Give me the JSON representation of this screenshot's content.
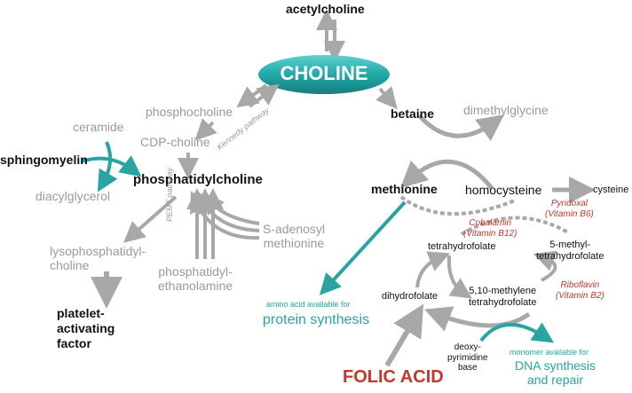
{
  "colors": {
    "gray": "#9a9a9a",
    "teal": "#2aa3a3",
    "red": "#c0392b",
    "pill": "#2bb3b3",
    "black": "#111111"
  },
  "labels": {
    "acetylcholine": "acetylcholine",
    "choline": "CHOLINE",
    "phosphocholine": "phosphocholine",
    "kennedy": "Kennedy pathway",
    "cdp_choline": "CDP-choline",
    "phosphatidylcholine": "phosphatidylcholine",
    "ceramide": "ceramide",
    "sphingomyelin": "sphingomyelin",
    "diacylglycerol": "diacylglycerol",
    "lysophosphatidylcholine": "lysophosphatidyl-\ncholine",
    "paf": "platelet-\nactivating\nfactor",
    "pemt": "PEMT pathway",
    "phosphatidylethanolamine": "phosphatidyl-\nethanolamine",
    "s_adenosyl": "S-adenosyl\nmethionine",
    "betaine": "betaine",
    "dimethylglycine": "dimethylglycine",
    "methionine": "methionine",
    "homocysteine": "homocysteine",
    "cysteine": "cysteine",
    "pyridoxal": "Pyridoxal\n(Vitamin B6)",
    "cobalamin": "Cobalamin\n(Vitamin B12)",
    "tetrahydrofolate": "tetrahydrofolate",
    "methyl_thf": "5-methyl-\ntetrahydrofolate",
    "riboflavin": "Riboflavin\n(Vitamin B2)",
    "methylene_thf": "5,10-methylene\ntetrahydrofolate",
    "dihydrofolate": "dihydrofolate",
    "amino_small": "amino acid available for",
    "protein_synthesis": "protein synthesis",
    "folic_acid": "FOLIC ACID",
    "deoxy": "deoxy-\npyrimidine\nbase",
    "monomer_small": "monomer available for",
    "dna": "DNA synthesis\nand repair"
  }
}
